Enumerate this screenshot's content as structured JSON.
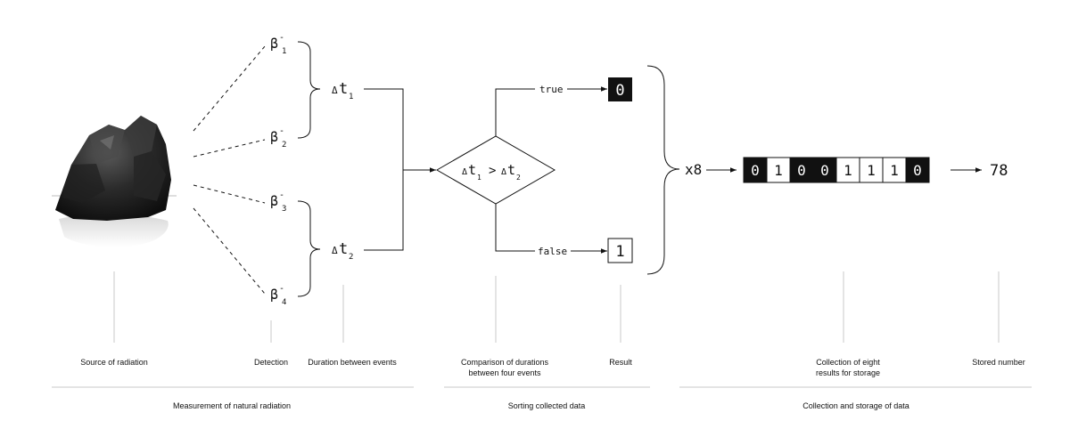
{
  "detection": {
    "beta_symbol": "β",
    "charge": "-",
    "subscripts": [
      "1",
      "2",
      "3",
      "4"
    ]
  },
  "durations": {
    "delta_symbol": "Δ",
    "t": "t",
    "subscripts": [
      "1",
      "2"
    ]
  },
  "comparison": {
    "delta_symbol": "Δ",
    "t": "t",
    "left_sub": "1",
    "operator": ">",
    "right_sub": "2",
    "true_label": "true",
    "false_label": "false"
  },
  "results": {
    "true_value": "0",
    "false_value": "1"
  },
  "collection": {
    "multiplier": "x8",
    "bits": [
      "0",
      "1",
      "0",
      "0",
      "1",
      "1",
      "1",
      "0"
    ],
    "bit_fill": [
      "black",
      "white",
      "black",
      "black",
      "white",
      "white",
      "white",
      "black"
    ],
    "stored_number": "78"
  },
  "captions": {
    "source": "Source of radiation",
    "detection": "Detection",
    "duration": "Duration between events",
    "comparison_line1": "Comparison of durations",
    "comparison_line2": "between four events",
    "result": "Result",
    "collection_line1": "Collection of eight",
    "collection_line2": "results for storage",
    "stored": "Stored number"
  },
  "groups": {
    "measurement": "Measurement of natural radiation",
    "sorting": "Sorting collected data",
    "storage": "Collection and storage of data"
  },
  "colors": {
    "ink": "#111111",
    "guide": "#c8c8c8",
    "rock": "#2a2a2a"
  }
}
